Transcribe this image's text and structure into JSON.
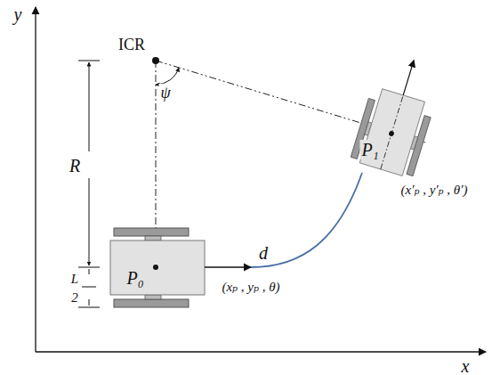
{
  "diagram": {
    "labels": [
      "y",
      "ICR",
      "ψ",
      "R",
      "L",
      "2",
      "P₀",
      "(xₚ , yₚ , θ)",
      "d",
      "P₁",
      "(x′ₚ , y′ₚ , θ′)",
      "x"
    ]
  }
}
